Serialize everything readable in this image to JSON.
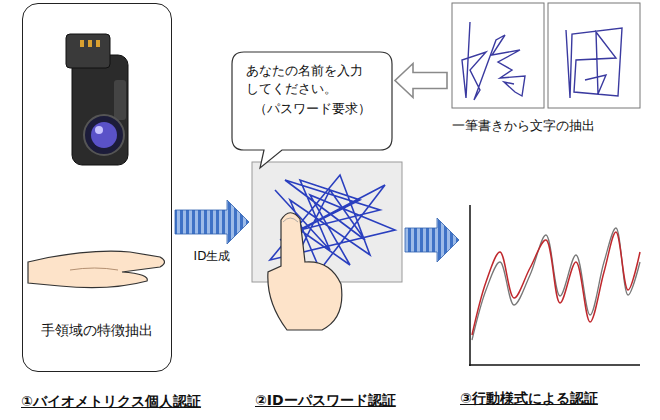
{
  "diagram": {
    "nodes": [
      {
        "text": [
          "手領域の特徴抽出",
          "①バイオメトリクス個人認証"
        ]
      },
      {
        "text": [
          "あなたの名前を入力 してください。",
          "（パスワード要求）"
        ]
      },
      {
        "text": [
          "②IDーパスワード認証"
        ]
      },
      {
        "text": [
          "一筆書きから文字の抽出"
        ]
      },
      {
        "text": [
          "③行動様式による認証"
        ]
      }
    ],
    "edges": [
      {
        "from": 0,
        "to": 2,
        "label": "ID生成",
        "arrow": "to"
      },
      {
        "from": 3,
        "to": 1,
        "arrow": "to"
      },
      {
        "from": 2,
        "to": 4,
        "arrow": "to"
      }
    ]
  }
}
